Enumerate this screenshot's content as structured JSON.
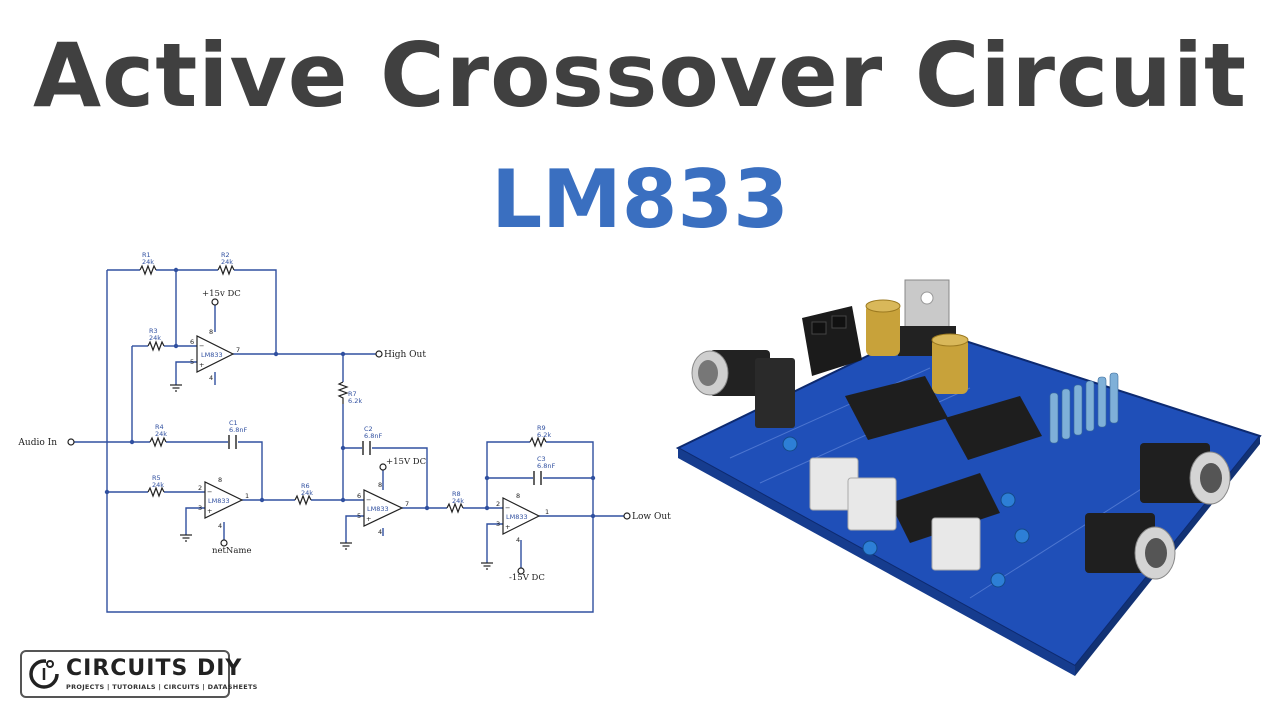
{
  "title": "Active Crossover Circuit",
  "subtitle": "LM833",
  "schematic": {
    "input_label": "Audio In",
    "output_high": "High Out",
    "output_low": "Low Out",
    "supply_pos": "+15v DC",
    "supply_pos2": "+15V DC",
    "supply_neg": "-15V DC",
    "net_name": "netName",
    "opamp_label": "LM833",
    "resistors": [
      {
        "ref": "R1",
        "value": "24k"
      },
      {
        "ref": "R2",
        "value": "24k"
      },
      {
        "ref": "R3",
        "value": "24k"
      },
      {
        "ref": "R4",
        "value": "24k"
      },
      {
        "ref": "R5",
        "value": "24k"
      },
      {
        "ref": "R6",
        "value": "24k"
      },
      {
        "ref": "R7",
        "value": "6.2k"
      },
      {
        "ref": "R8",
        "value": "24k"
      },
      {
        "ref": "R9",
        "value": "6.2k"
      }
    ],
    "capacitors": [
      {
        "ref": "C1",
        "value": "6.8nF"
      },
      {
        "ref": "C2",
        "value": "6.8nF"
      },
      {
        "ref": "C3",
        "value": "6.8nF"
      }
    ],
    "pins": {
      "minus": "−",
      "plus": "+",
      "p6": "6",
      "p5": "5",
      "p7": "7",
      "p8": "8",
      "p4": "4",
      "p2": "2",
      "p3": "3",
      "p1": "1"
    }
  },
  "logo": {
    "name": "CIRCUITS DIY",
    "tagline": "PROJECTS | TUTORIALS | CIRCUITS | DATASHEETS"
  },
  "colors": {
    "title": "#404040",
    "subtitle": "#3a6fc0",
    "wire": "#3050a0",
    "board": "#1f4fb8"
  }
}
